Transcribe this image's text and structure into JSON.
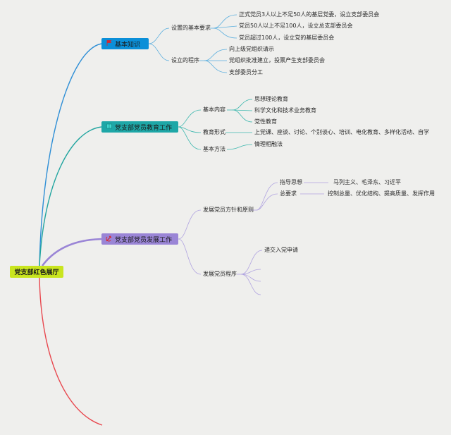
{
  "root": {
    "label": "党支部红色展厅"
  },
  "branches": [
    {
      "label": "基本知识",
      "icon": "flag-icon",
      "color": "#0b8fd8",
      "children": [
        {
          "label": "设置的基本要求",
          "children": [
            "正式党员3人以上不足50人的基层党委，设立支部委员会",
            "党员50人以上不足100人，设立总支部委员会",
            "党员超过100人，设立党的基层委员会"
          ]
        },
        {
          "label": "设立的程序",
          "children": [
            "向上级党组织请示",
            "党组织批准建立，投票产生支部委员会",
            "支部委员分工"
          ]
        }
      ]
    },
    {
      "label": "党支部党员教育工作",
      "icon": "book-icon",
      "color": "#1ea7a7",
      "children": [
        {
          "label": "基本内容",
          "children": [
            "思想理论教育",
            "科学文化和技术业务教育",
            "党性教育"
          ]
        },
        {
          "label": "教育形式",
          "children": [
            "上党课、座谈、讨论、个别谈心、培训、电化教育、多样化活动、自学"
          ]
        },
        {
          "label": "基本方法",
          "children": [
            "情理相融法"
          ]
        }
      ]
    },
    {
      "label": "党支部党员发展工作",
      "icon": "hammer-sickle-icon",
      "color": "#9a85d6",
      "children": [
        {
          "label": "发展党员方针和原则",
          "children": [
            {
              "label": "指导思想",
              "children": [
                "马列主义、毛泽东、习近平"
              ]
            },
            {
              "label": "总要求",
              "children": [
                "控制总量、优化结构、提高质量、发挥作用"
              ]
            }
          ]
        },
        {
          "label": "发展党员程序",
          "children": [
            "递交入党申请",
            "",
            "",
            ""
          ]
        }
      ]
    },
    {
      "label": "",
      "color": "#e8474e"
    }
  ],
  "colors": {
    "background": "#efefed",
    "root": "#c9e51f"
  }
}
